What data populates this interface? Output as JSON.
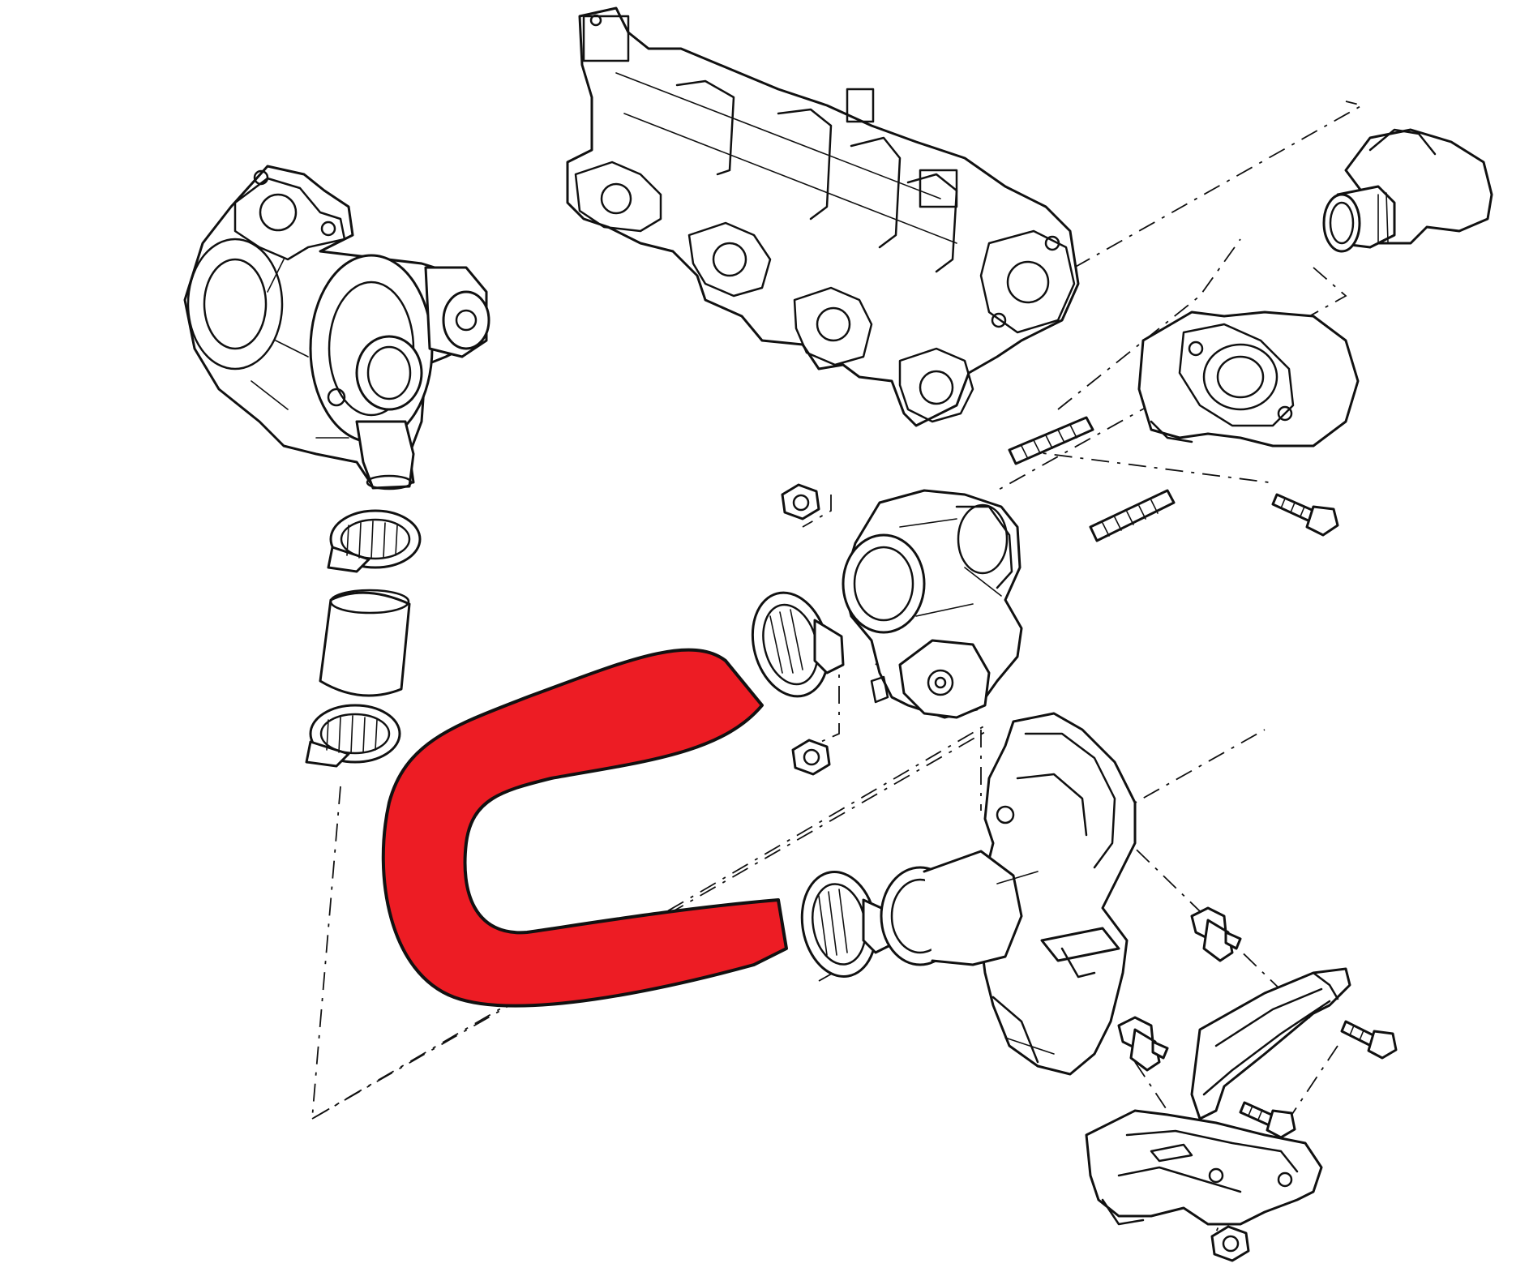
{
  "diagram": {
    "type": "exploded-parts-diagram",
    "background": "#ffffff",
    "line_color": "#111111",
    "highlight_color": "#ed1c24",
    "highlighted_part": "u-shaped-intercooler-hose",
    "parts": [
      "turbocharger",
      "hose-clamp",
      "short-hose-sleeve",
      "hose-clamp",
      "intake-manifold",
      "elbow-pipe",
      "throttle-body-housing",
      "manifold-adapter-flange",
      "threaded-stud",
      "threaded-stud",
      "flange-bolt",
      "nut",
      "nut",
      "hose-clamp",
      "u-shaped-intercooler-hose",
      "hose-clamp",
      "intake-pipe-elbow",
      "sensor",
      "sensor",
      "mounting-bracket",
      "bolt",
      "bolt",
      "support-bracket",
      "nut"
    ]
  }
}
